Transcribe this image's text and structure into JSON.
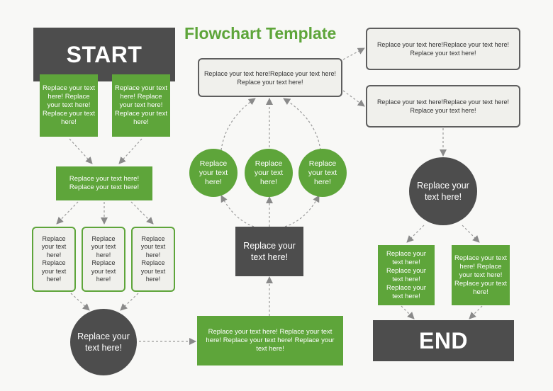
{
  "title": "Flowchart Template",
  "colors": {
    "accent": "#5ea53a",
    "dark": "#4d4d4d",
    "light": "#f0f0ec",
    "connector": "#9a9a9a"
  },
  "nodes": {
    "start": "START",
    "end": "END",
    "left_top_a": "Replace your text here! Replace your text here! Replace your text here!",
    "left_top_b": "Replace your text here! Replace your text here! Replace your text here!",
    "left_mid": "Replace your text here! Replace your text here!",
    "left_box_1": "Replace your text here! Replace your text here!",
    "left_box_2": "Replace your text here! Replace your text here!",
    "left_box_3": "Replace your text here! Replace your text here!",
    "left_circle": "Replace your text here!",
    "bottom_center": "Replace your text here! Replace your text here! Replace your text here! Replace your text here!",
    "center_dark": "Replace your text here!",
    "circle_1": "Replace your text here!",
    "circle_2": "Replace your text here!",
    "circle_3": "Replace your text here!",
    "center_top": "Replace your text here!Replace your text here! Replace your text here!",
    "right_top_1": "Replace your text here!Replace your text here! Replace your text here!",
    "right_top_2": "Replace your text here!Replace your text here! Replace your text here!",
    "right_circle": "Replace your text here!",
    "right_green_1": "Replace your text here! Replace your text here! Replace your text here!",
    "right_green_2": "Replace your text here! Replace your text here! Replace your text here!"
  }
}
